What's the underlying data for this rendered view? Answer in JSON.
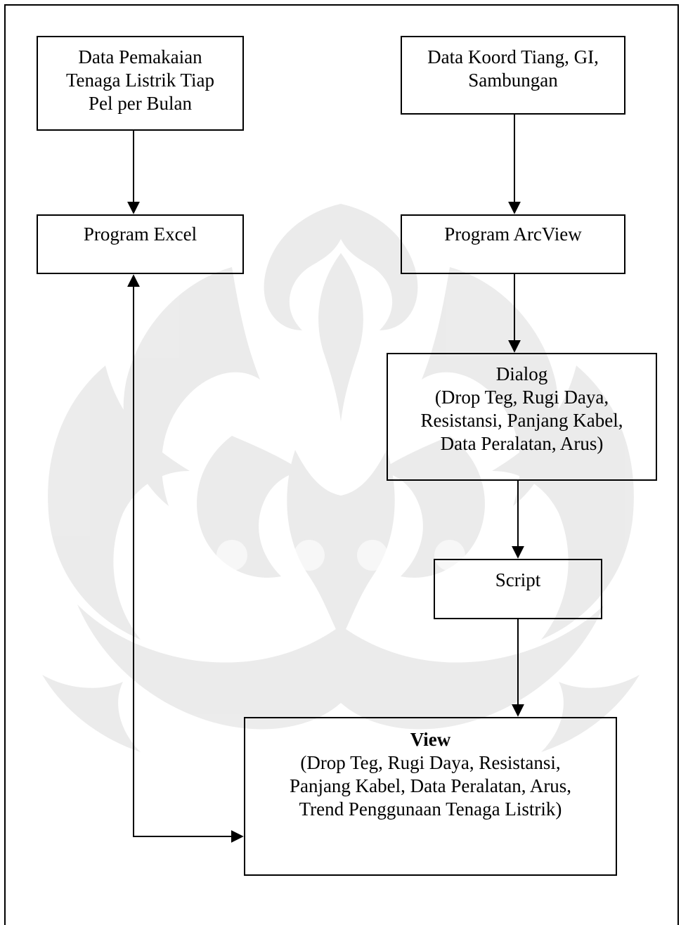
{
  "diagram": {
    "boxes": {
      "data_pemakaian": {
        "lines": [
          "Data Pemakaian",
          "Tenaga Listrik Tiap",
          "Pel per Bulan"
        ]
      },
      "data_koord": {
        "lines": [
          "Data Koord Tiang, GI,",
          "Sambungan"
        ]
      },
      "program_excel": {
        "lines": [
          "Program Excel"
        ]
      },
      "program_arcview": {
        "lines": [
          "Program ArcView"
        ]
      },
      "dialog": {
        "lines": [
          "Dialog",
          "(Drop Teg, Rugi Daya,",
          "Resistansi, Panjang Kabel,",
          "Data Peralatan, Arus)"
        ]
      },
      "script": {
        "lines": [
          "Script"
        ]
      },
      "view": {
        "title": "View",
        "lines": [
          "(Drop Teg, Rugi Daya, Resistansi,",
          "Panjang Kabel, Data Peralatan, Arus,",
          "Trend Penggunaan Tenaga Listrik)"
        ]
      }
    },
    "edges": [
      {
        "from": "Data Pemakaian Tenaga Listrik Tiap Pel per Bulan",
        "to": "Program Excel"
      },
      {
        "from": "Data Koord Tiang, GI, Sambungan",
        "to": "Program ArcView"
      },
      {
        "from": "Program ArcView",
        "to": "Dialog"
      },
      {
        "from": "Dialog",
        "to": "Script"
      },
      {
        "from": "Script",
        "to": "View"
      },
      {
        "from": "View",
        "to": "Program Excel",
        "bidirectional": true
      }
    ],
    "colors": {
      "line": "#000000",
      "watermark": "#d9d9d9"
    }
  }
}
